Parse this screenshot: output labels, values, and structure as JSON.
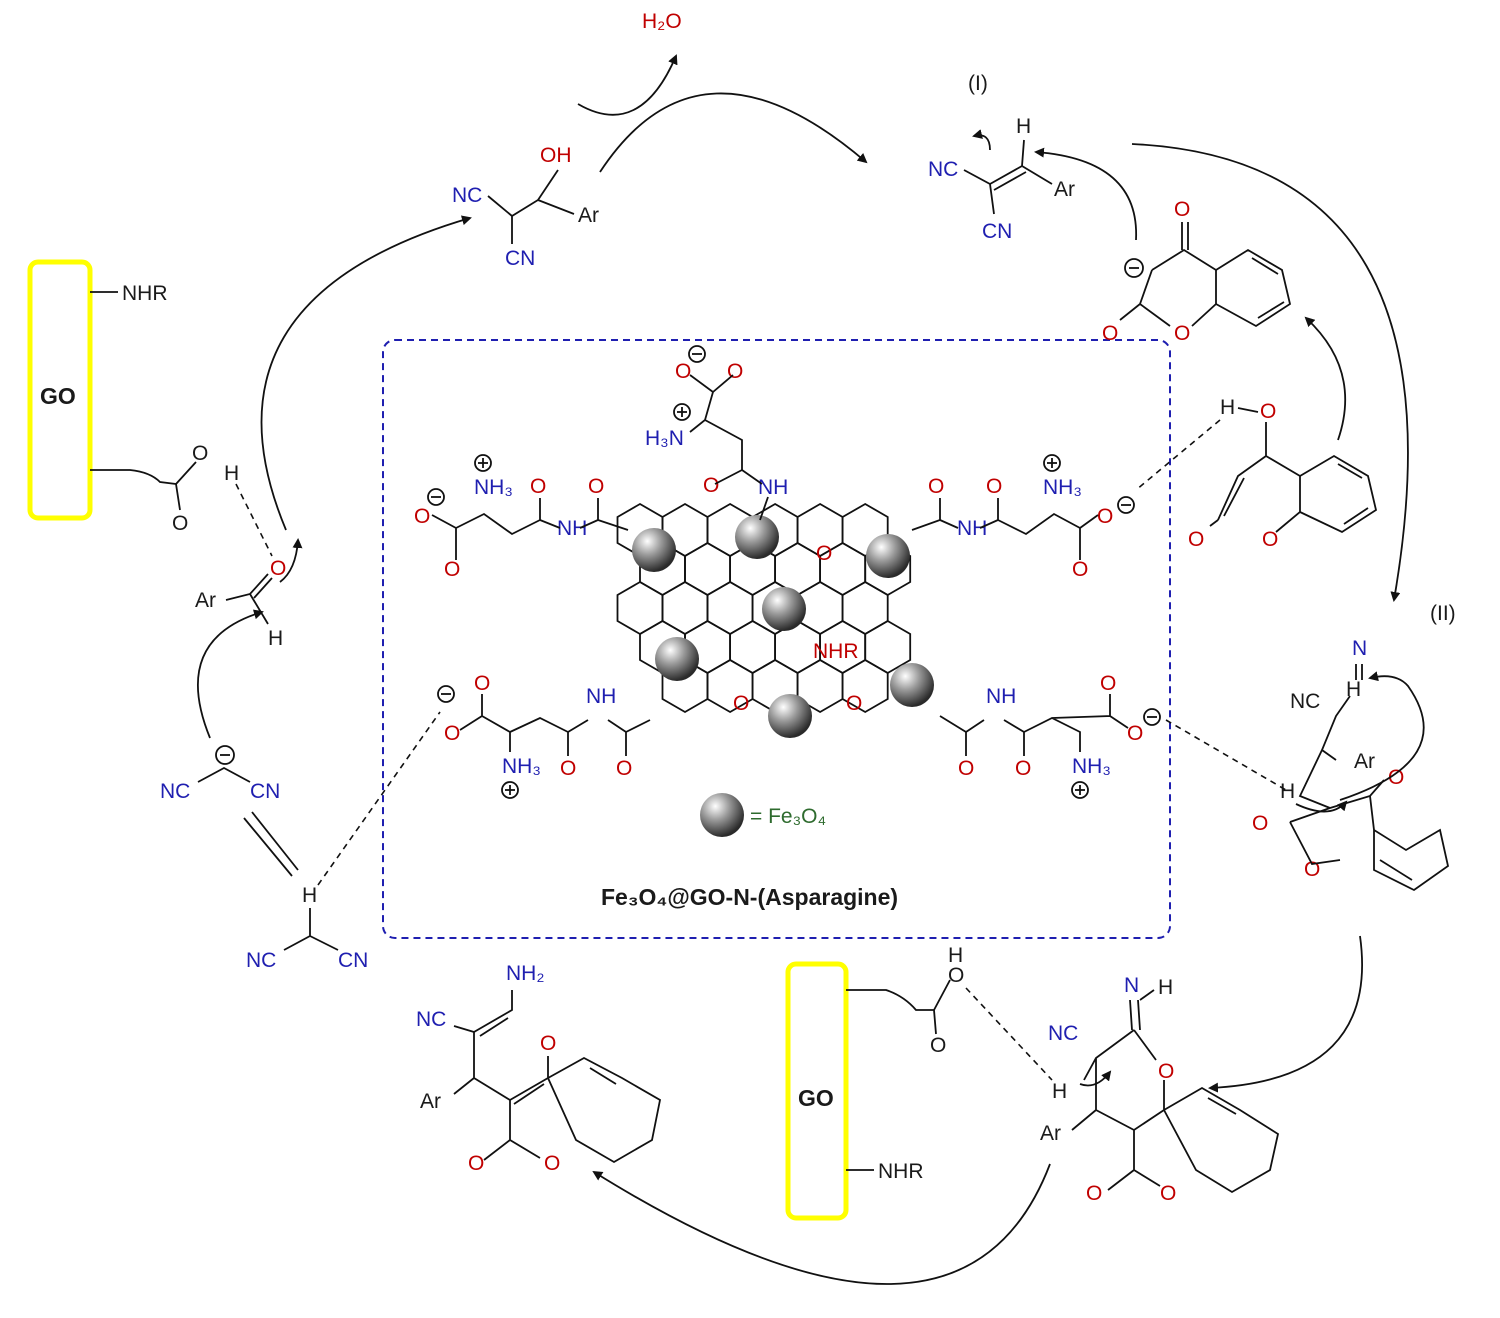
{
  "labels": {
    "water": "H₂O",
    "step1": "(I)",
    "step2": "(II)",
    "go": "GO",
    "nhr": "NHR",
    "nc": "NC",
    "cn": "CN",
    "ar": "Ar",
    "oh": "OH",
    "o": "O",
    "h": "H",
    "nh": "NH",
    "nh3": "NH₃",
    "h3n": "H₃N",
    "nh2": "NH₂",
    "n": "N",
    "fe3o4_legend": "= Fe₃O₄",
    "catalyst_name": "Fe₃O₄@GO-N-(Asparagine)",
    "minus": "−",
    "plus": "+"
  },
  "colors": {
    "oxygen": "#c00000",
    "nitrogen": "#1f1fb0",
    "go_box": "#ffff00",
    "frame": "#1f1fb0"
  }
}
